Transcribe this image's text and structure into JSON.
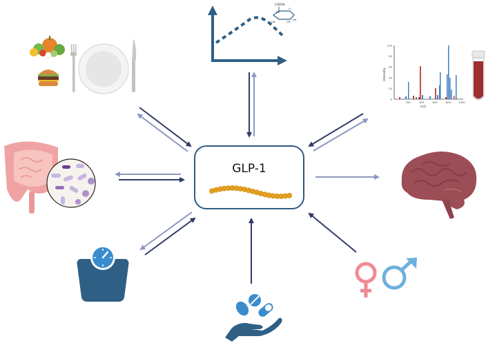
{
  "center": {
    "title": "GLP-1",
    "description": "peptide chain"
  },
  "nodes": [
    {
      "id": "diet",
      "label": "Diet (vegetables, burger, plate, fork, knife)"
    },
    {
      "id": "glucose-curve",
      "label": "Glucose response curve with glucose molecule"
    },
    {
      "id": "mass-spec-blood",
      "label": "Mass spectrum and blood tube"
    },
    {
      "id": "gut-microbiota",
      "label": "Intestine and gut bacteria"
    },
    {
      "id": "brain",
      "label": "Brain"
    },
    {
      "id": "weight-scale",
      "label": "Body weight scale"
    },
    {
      "id": "medication",
      "label": "Hand with pills and capsule"
    },
    {
      "id": "sex",
      "label": "Female and male symbols"
    }
  ],
  "glucose_molecule": {
    "labels": [
      "CH2OH",
      "OH",
      "O",
      "OH",
      "OH",
      "OH"
    ]
  },
  "mass_spec": {
    "ylabel": "Intensity",
    "xlabel": "m/z",
    "yticks": [
      "0",
      "20",
      "40",
      "60",
      "80",
      "100"
    ],
    "xticks": [
      "200",
      "400",
      "600",
      "800",
      "1000"
    ]
  },
  "colors": {
    "dark_arrow": "#2e3a66",
    "light_arrow": "#8e96be",
    "box_border": "#2d5a82",
    "peptide": "#e3a11f",
    "icon_blue": "#2f5f85",
    "icon_light_blue": "#3b8ccc",
    "female": "#ef8a94",
    "male": "#6fb0dc",
    "brain": "#9c4d55"
  }
}
